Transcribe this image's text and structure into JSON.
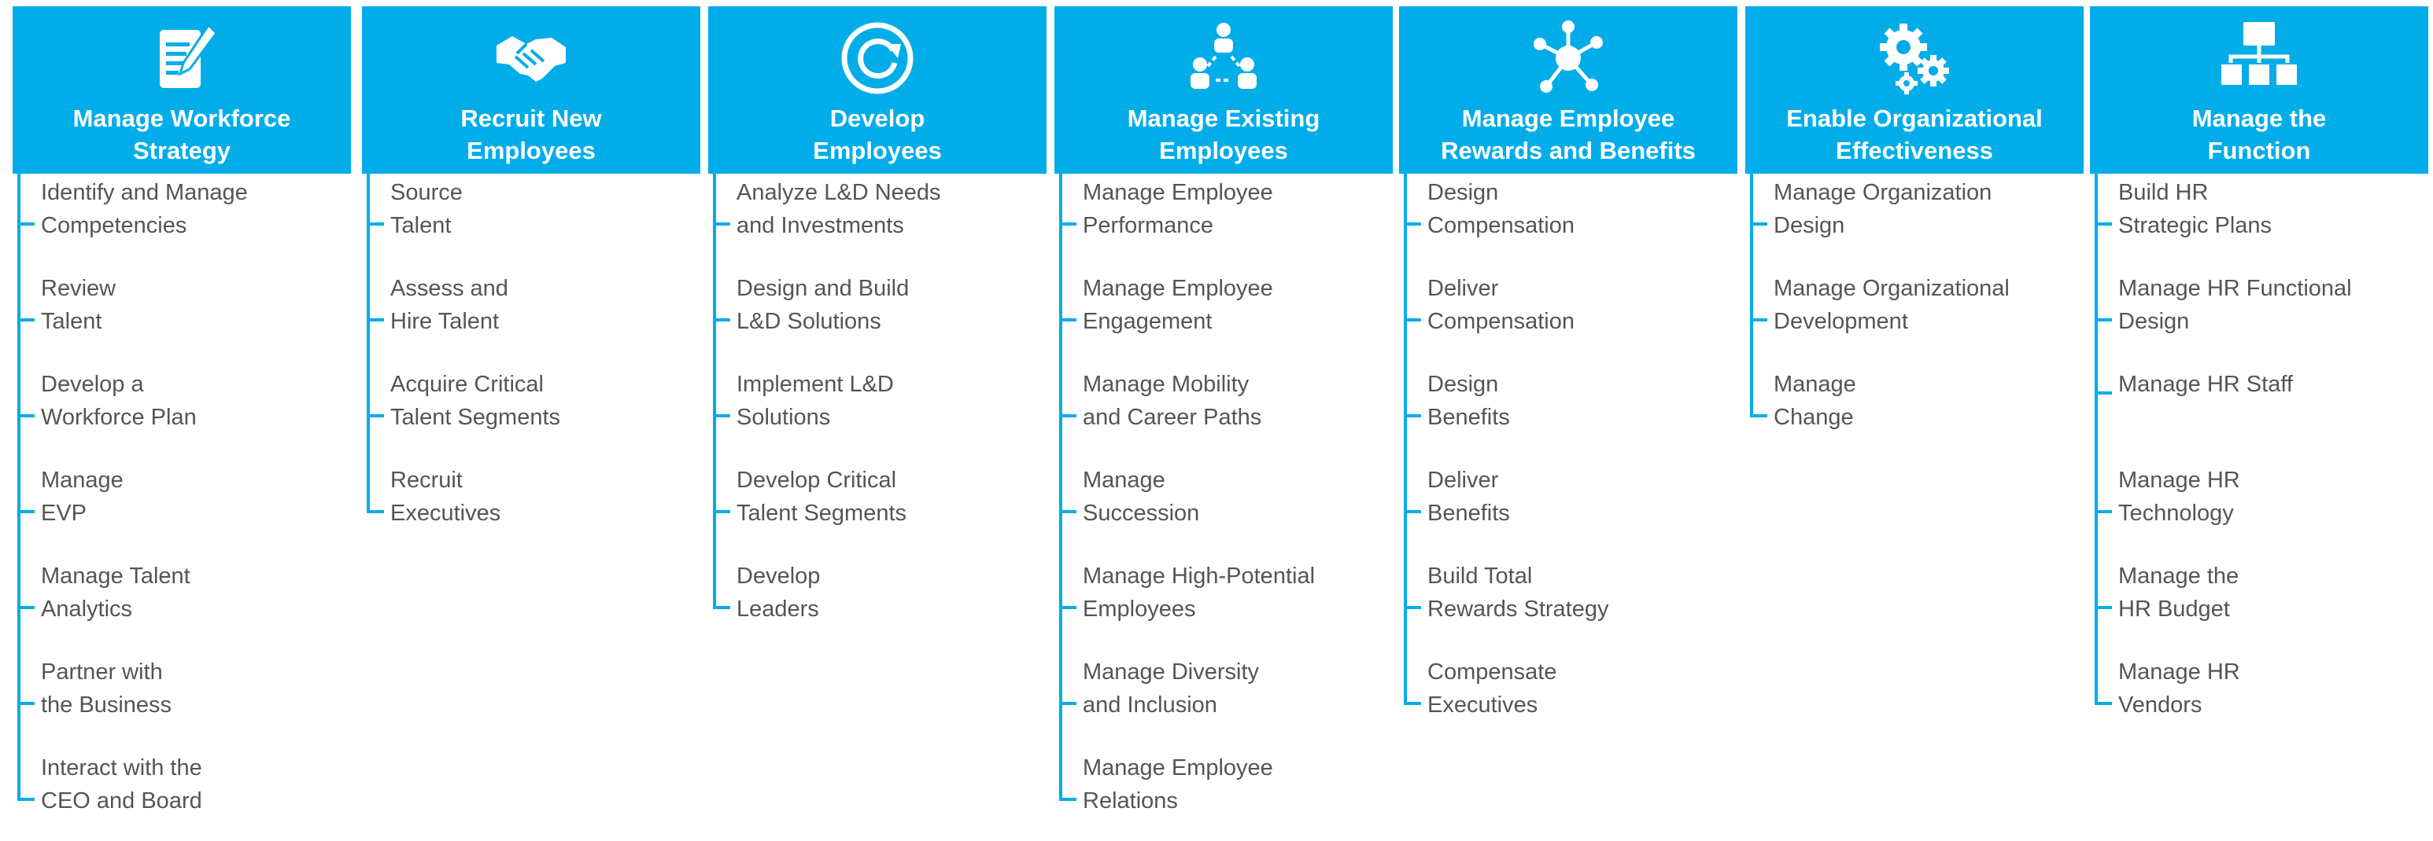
{
  "accent_color": "#00ADE8",
  "text_color": "#555555",
  "columns": [
    {
      "icon": "document-pen-icon",
      "title": [
        "Manage Workforce",
        "Strategy"
      ],
      "items": [
        [
          "Identify and Manage",
          "Competencies"
        ],
        [
          "Review",
          "Talent"
        ],
        [
          "Develop a",
          "Workforce Plan"
        ],
        [
          "Manage",
          "EVP"
        ],
        [
          "Manage Talent",
          "Analytics"
        ],
        [
          "Partner with",
          "the Business"
        ],
        [
          "Interact with the",
          "CEO and Board"
        ]
      ]
    },
    {
      "icon": "handshake-icon",
      "title": [
        "Recruit New",
        "Employees"
      ],
      "items": [
        [
          "Source",
          "Talent"
        ],
        [
          "Assess and",
          "Hire Talent"
        ],
        [
          "Acquire Critical",
          "Talent Segments"
        ],
        [
          "Recruit",
          "Executives"
        ]
      ]
    },
    {
      "icon": "cycle-arrows-icon",
      "title": [
        "Develop",
        "Employees"
      ],
      "items": [
        [
          "Analyze L&D Needs",
          "and Investments"
        ],
        [
          "Design and Build",
          "L&D Solutions"
        ],
        [
          "Implement L&D",
          "Solutions"
        ],
        [
          "Develop Critical",
          "Talent Segments"
        ],
        [
          "Develop",
          "Leaders"
        ]
      ]
    },
    {
      "icon": "people-hierarchy-icon",
      "title": [
        "Manage Existing",
        "Employees"
      ],
      "items": [
        [
          "Manage Employee",
          "Performance"
        ],
        [
          "Manage Employee",
          "Engagement"
        ],
        [
          "Manage Mobility",
          "and Career Paths"
        ],
        [
          "Manage",
          "Succession"
        ],
        [
          "Manage High-Potential",
          "Employees"
        ],
        [
          "Manage Diversity",
          "and Inclusion"
        ],
        [
          "Manage Employee",
          "Relations"
        ]
      ]
    },
    {
      "icon": "network-hub-icon",
      "title": [
        "Manage Employee",
        "Rewards and Benefits"
      ],
      "items": [
        [
          "Design",
          "Compensation"
        ],
        [
          "Deliver",
          "Compensation"
        ],
        [
          "Design",
          "Benefits"
        ],
        [
          "Deliver",
          "Benefits"
        ],
        [
          "Build Total",
          "Rewards Strategy"
        ],
        [
          "Compensate",
          "Executives"
        ]
      ]
    },
    {
      "icon": "gears-icon",
      "title": [
        "Enable Organizational",
        "Effectiveness"
      ],
      "items": [
        [
          "Manage Organization",
          "Design"
        ],
        [
          "Manage Organizational",
          "Development"
        ],
        [
          "Manage",
          "Change"
        ]
      ]
    },
    {
      "icon": "org-chart-icon",
      "title": [
        "Manage the",
        "Function"
      ],
      "items": [
        [
          "Build HR",
          "Strategic Plans"
        ],
        [
          "Manage HR Functional",
          "Design"
        ],
        [
          "Manage HR Staff"
        ],
        [
          "Manage HR",
          "Technology"
        ],
        [
          "Manage the",
          "HR Budget"
        ],
        [
          "Manage HR",
          "Vendors"
        ]
      ]
    }
  ]
}
